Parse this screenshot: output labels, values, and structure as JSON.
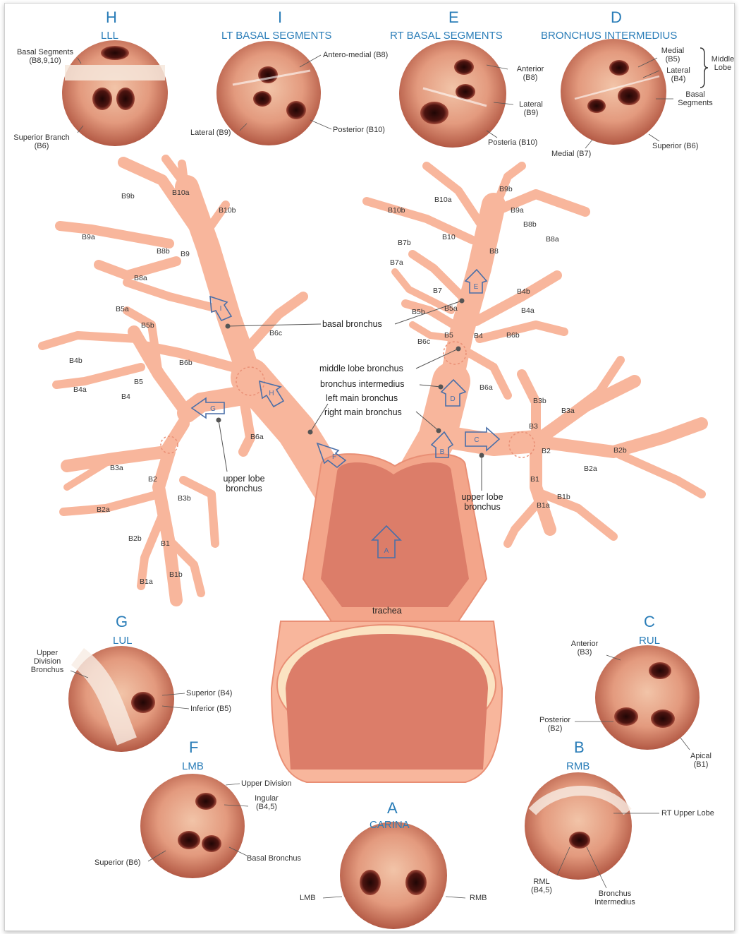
{
  "views": {
    "H": {
      "letter": "H",
      "title": "LLL",
      "labels": [
        "Basal Segments (B8,9,10)",
        "Superior Branch (B6)"
      ]
    },
    "I": {
      "letter": "I",
      "title": "LT BASAL SEGMENTS",
      "labels": [
        "Antero-medial (B8)",
        "Lateral (B9)",
        "Posterior (B10)"
      ]
    },
    "E": {
      "letter": "E",
      "title": "RT BASAL SEGMENTS",
      "labels": [
        "Anterior (B8)",
        "Lateral (B9)",
        "Posteria (B10)"
      ]
    },
    "D": {
      "letter": "D",
      "title": "BRONCHUS INTERMEDIUS",
      "labels": [
        "Medial (B5)",
        "Lateral (B4)",
        "Middle Lobe",
        "Basal Segments",
        "Medial (B7)",
        "Superior (B6)"
      ]
    },
    "G": {
      "letter": "G",
      "title": "LUL",
      "labels": [
        "Upper Division Bronchus",
        "Superior (B4)",
        "Inferior (B5)"
      ]
    },
    "C": {
      "letter": "C",
      "title": "RUL",
      "labels": [
        "Anterior (B3)",
        "Posterior (B2)",
        "Apical (B1)"
      ]
    },
    "F": {
      "letter": "F",
      "title": "LMB",
      "labels": [
        "Upper Division",
        "Ingular (B4,5)",
        "Superior (B6)",
        "Basal Bronchus"
      ]
    },
    "B": {
      "letter": "B",
      "title": "RMB",
      "labels": [
        "RT Upper Lobe",
        "RML (B4,5)",
        "Bronchus Intermedius"
      ]
    },
    "A": {
      "letter": "A",
      "title": "CARINA",
      "labels": [
        "LMB",
        "RMB"
      ]
    }
  },
  "airways": {
    "trachea": "trachea",
    "basal_bronchus": "basal bronchus",
    "middle_lobe_bronchus": "middle lobe bronchus",
    "bronchus_intermedius": "bronchus intermedius",
    "left_main_bronchus": "left main bronchus",
    "right_main_bronchus": "right main bronchus",
    "upper_lobe_bronchus_left": "upper lobe bronchus",
    "upper_lobe_bronchus_right": "upper lobe bronchus"
  },
  "left_segments": [
    "B9b",
    "B10a",
    "B10b",
    "B9a",
    "B8b",
    "B9",
    "B8a",
    "B5a",
    "B5b",
    "B6c",
    "B6b",
    "B4b",
    "B5",
    "B4a",
    "B4",
    "B6a",
    "B3a",
    "B2",
    "B3b",
    "B2a",
    "B2b",
    "B1",
    "B1a",
    "B1b"
  ],
  "right_segments": [
    "B10a",
    "B9b",
    "B10b",
    "B9a",
    "B8b",
    "B10",
    "B8",
    "B8a",
    "B7b",
    "B7a",
    "B7",
    "B4b",
    "B5b",
    "B5a",
    "B4a",
    "B5",
    "B4",
    "B6b",
    "B6c",
    "B6a",
    "B3b",
    "B3a",
    "B3",
    "B2",
    "B2b",
    "B2a",
    "B1",
    "B1b",
    "B1a"
  ],
  "arrow_letters": [
    "A",
    "B",
    "C",
    "D",
    "E",
    "F",
    "G",
    "H",
    "I"
  ],
  "colors": {
    "airway": "#f8b69c",
    "airway_edge": "#e98f75",
    "trachea_inner": "#dc7d69",
    "cartilage": "#fbe3c2",
    "title_blue": "#2a7db8",
    "arrow": "#4a6fa8"
  }
}
